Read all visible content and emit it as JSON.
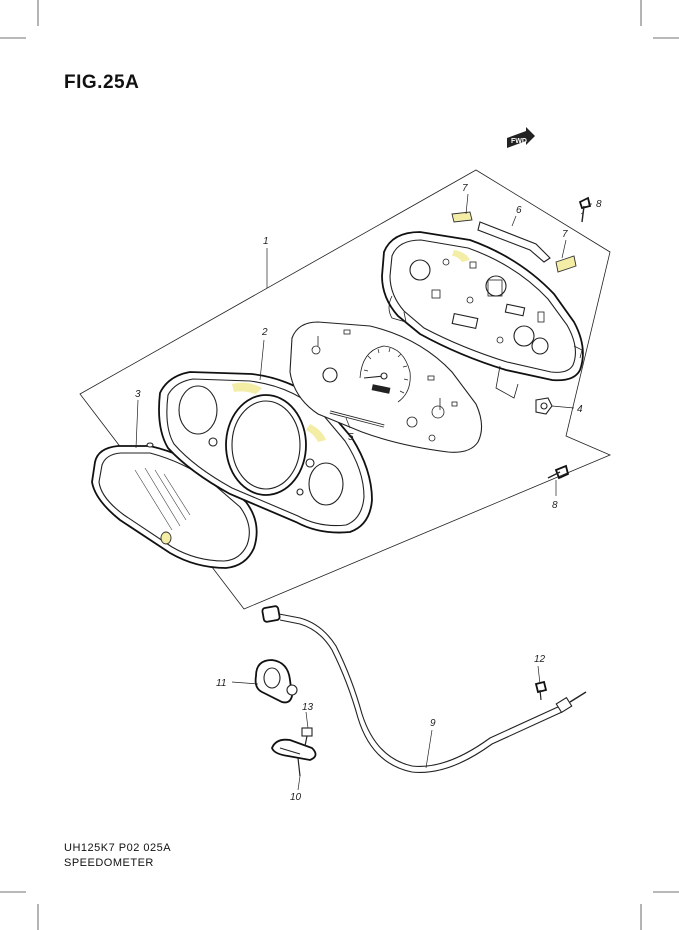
{
  "figure": {
    "title": "FIG.25A"
  },
  "footer": {
    "model_code": "UH125K7 P02 025A",
    "section_name": "SPEEDOMETER"
  },
  "fwd_badge": {
    "text": "FWD"
  },
  "callouts": {
    "c1": "1",
    "c2": "2",
    "c3": "3",
    "c4": "4",
    "c5": "5",
    "c6": "6",
    "c7a": "7",
    "c7b": "7",
    "c8a": "8",
    "c8b": "8",
    "c9": "9",
    "c10": "10",
    "c11": "11",
    "c12": "12",
    "c13": "13"
  },
  "colors": {
    "line": "#222222",
    "accent": "#f3eda6",
    "background": "#ffffff"
  }
}
